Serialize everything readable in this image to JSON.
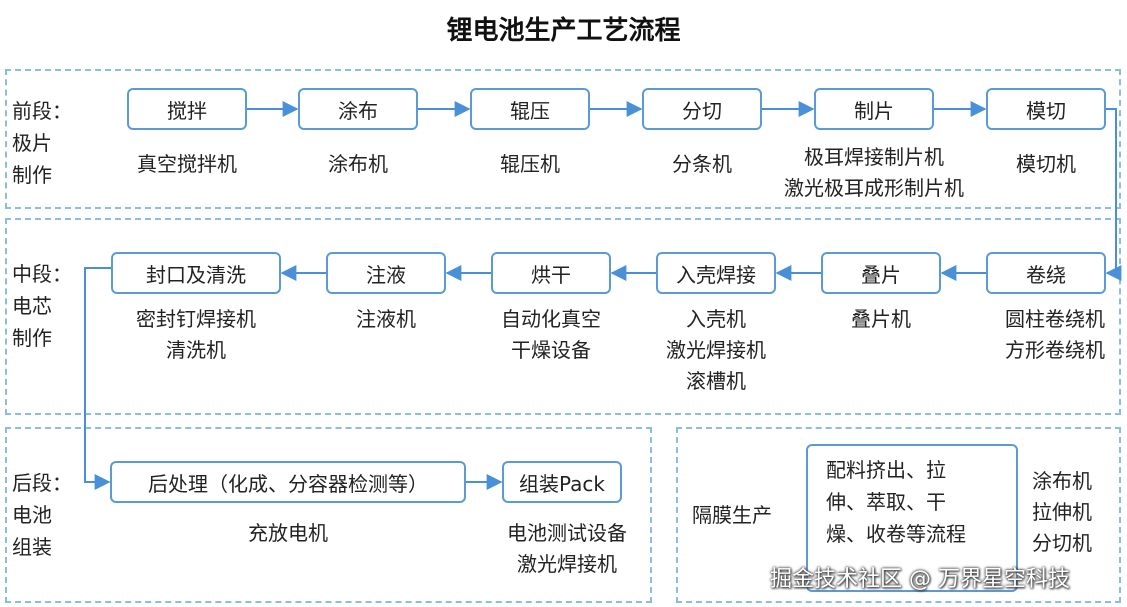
{
  "title": "锂电池生产工艺流程",
  "front": {
    "label": [
      "前段：",
      "极片",
      "制作"
    ],
    "steps": [
      {
        "name": "搅拌",
        "equipment": [
          "真空搅拌机"
        ]
      },
      {
        "name": "涂布",
        "equipment": [
          "涂布机"
        ]
      },
      {
        "name": "辊压",
        "equipment": [
          "辊压机"
        ]
      },
      {
        "name": "分切",
        "equipment": [
          "分条机"
        ]
      },
      {
        "name": "制片",
        "equipment": [
          "极耳焊接制片机",
          "激光极耳成形制片机"
        ]
      },
      {
        "name": "模切",
        "equipment": [
          "模切机"
        ]
      }
    ]
  },
  "middle": {
    "label": [
      "中段：",
      "电芯",
      "制作"
    ],
    "steps": [
      {
        "name": "封口及清洗",
        "equipment": [
          "密封钉焊接机",
          "清洗机"
        ]
      },
      {
        "name": "注液",
        "equipment": [
          "注液机"
        ]
      },
      {
        "name": "烘干",
        "equipment": [
          "自动化真空",
          "干燥设备"
        ]
      },
      {
        "name": "入壳焊接",
        "equipment": [
          "入壳机",
          "激光焊接机",
          "滚槽机"
        ]
      },
      {
        "name": "叠片",
        "equipment": [
          "叠片机"
        ]
      },
      {
        "name": "卷绕",
        "equipment": [
          "圆柱卷绕机",
          "方形卷绕机"
        ]
      }
    ]
  },
  "back": {
    "label": [
      "后段：",
      "电池",
      "组装"
    ],
    "steps": [
      {
        "name": "后处理（化成、分容器检测等）",
        "equipment": [
          "充放电机"
        ]
      },
      {
        "name": "组装Pack",
        "equipment": [
          "电池测试设备",
          "激光焊接机"
        ]
      }
    ]
  },
  "separator": {
    "label": "隔膜生产",
    "process": [
      "配料挤出、拉",
      "伸、萃取、干",
      "燥、收卷等流程"
    ],
    "equipment": [
      "涂布机",
      "拉伸机",
      "分切机"
    ]
  },
  "watermark": "掘金技术社区 @ 万界星空科技",
  "colors": {
    "box_border": "#5b9bd5",
    "section_border": "#8cbbe6",
    "arrow": "#4a90d9"
  }
}
